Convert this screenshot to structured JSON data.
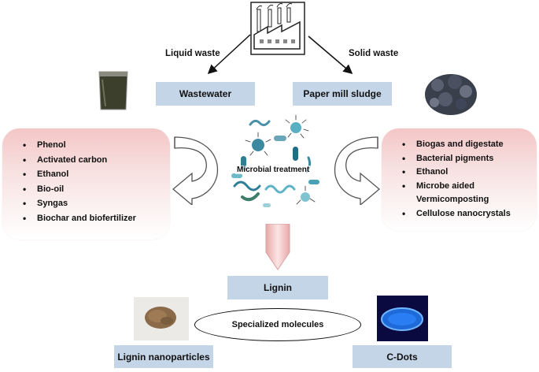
{
  "top": {
    "liquid_label": "Liquid waste",
    "solid_label": "Solid waste"
  },
  "sources": {
    "wastewater": "Wastewater",
    "sludge": "Paper mill sludge"
  },
  "left_products": [
    "Phenol",
    "Activated carbon",
    "Ethanol",
    "Bio-oil",
    "Syngas",
    "Biochar and biofertilizer"
  ],
  "right_products": [
    "Biogas and digestate",
    "Bacterial pigments",
    "Ethanol",
    "Microbe aided Vermicomposting",
    "Cellulose nanocrystals"
  ],
  "center": {
    "microbial": "Microbial treatment",
    "lignin": "Lignin",
    "specialized": "Specialized molecules",
    "lignin_np": "Lignin nanoparticles",
    "cdots": "C-Dots"
  },
  "colors": {
    "box_blue": "#c5d5e8",
    "panel_pink": "#f4c6c6",
    "down_arrow": "#f3c9c9"
  }
}
